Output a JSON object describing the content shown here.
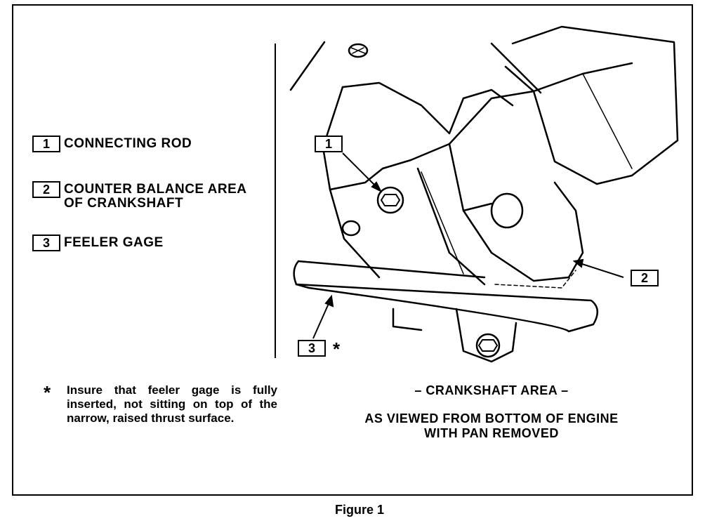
{
  "legend": [
    {
      "number": "1",
      "label": "CONNECTING ROD"
    },
    {
      "number": "2",
      "label": "COUNTER BALANCE AREA\nOF CRANKSHAFT"
    },
    {
      "number": "3",
      "label": "FEELER GAGE"
    }
  ],
  "callouts": {
    "c1": "1",
    "c2": "2",
    "c3": "3",
    "c3_star": "*"
  },
  "note": {
    "symbol": "*",
    "text": "Insure that feeler gage is fully inserted, not sitting on top of the narrow, raised thrust surface."
  },
  "caption": {
    "title": "– CRANKSHAFT AREA –",
    "subtitle": "AS VIEWED FROM BOTTOM OF ENGINE\nWITH PAN REMOVED"
  },
  "figure_label": "Figure 1"
}
